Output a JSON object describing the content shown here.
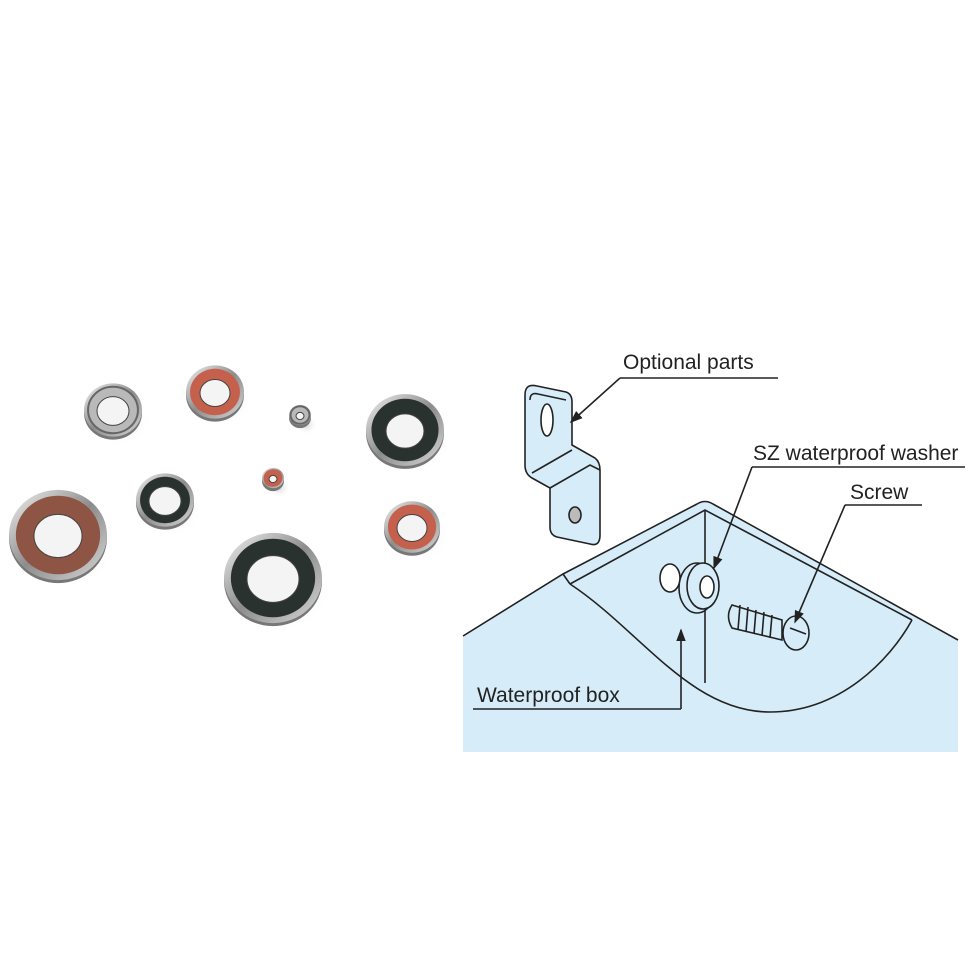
{
  "photo": {
    "subject": "washers",
    "washers": [
      {
        "seal": "silver",
        "rim": "silver"
      },
      {
        "seal": "red",
        "rim": "silver"
      },
      {
        "seal": "silver",
        "rim": "silver"
      },
      {
        "seal": "black",
        "rim": "silver"
      },
      {
        "seal": "brown",
        "rim": "silver"
      },
      {
        "seal": "black",
        "rim": "silver"
      },
      {
        "seal": "red",
        "rim": "silver"
      },
      {
        "seal": "black",
        "rim": "silver"
      },
      {
        "seal": "red",
        "rim": "silver"
      }
    ]
  },
  "diagram": {
    "labels": {
      "optional_parts": "Optional parts",
      "washer": "SZ waterproof washer",
      "screw": "Screw",
      "box": "Waterproof box"
    },
    "colors": {
      "fill": "#d6ecf8",
      "line": "#222222"
    }
  }
}
